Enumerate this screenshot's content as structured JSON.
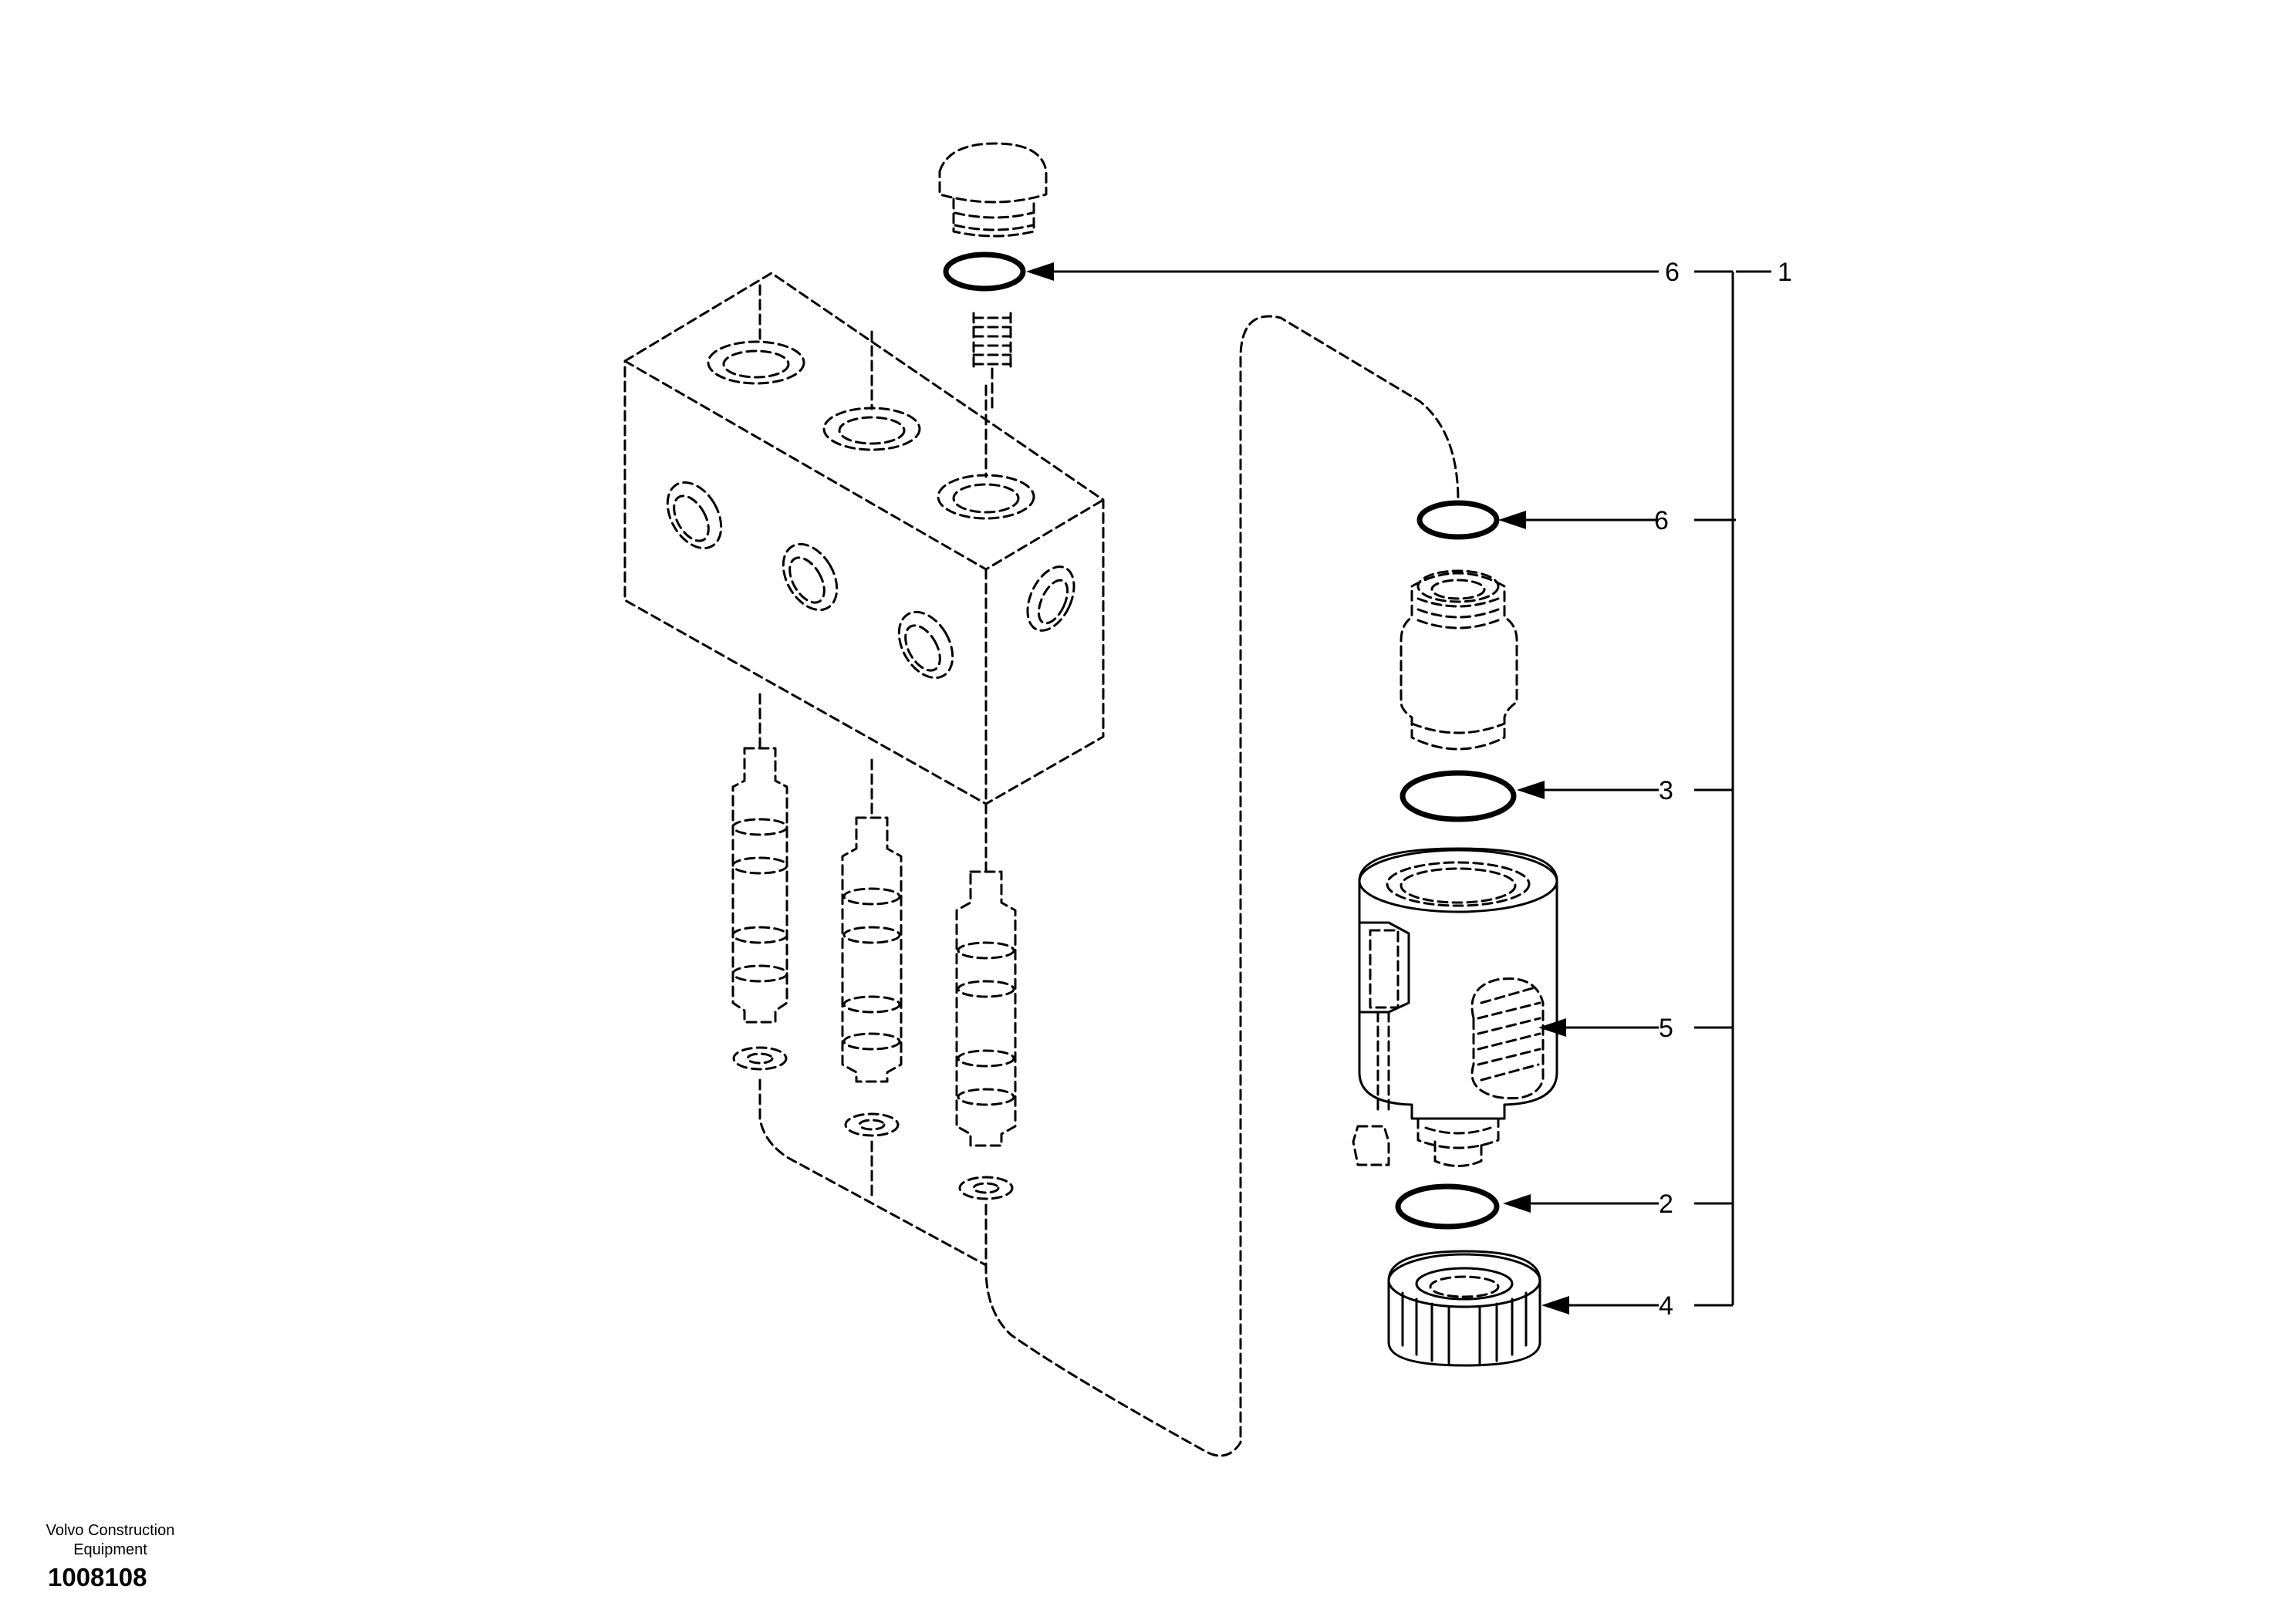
{
  "callouts": {
    "c6_top": "6",
    "c1": "1",
    "c6_mid": "6",
    "c3": "3",
    "c5": "5",
    "c2": "2",
    "c4": "4"
  },
  "footer": {
    "brand": "Volvo Construction Equipment",
    "drawing_number": "1008108"
  }
}
